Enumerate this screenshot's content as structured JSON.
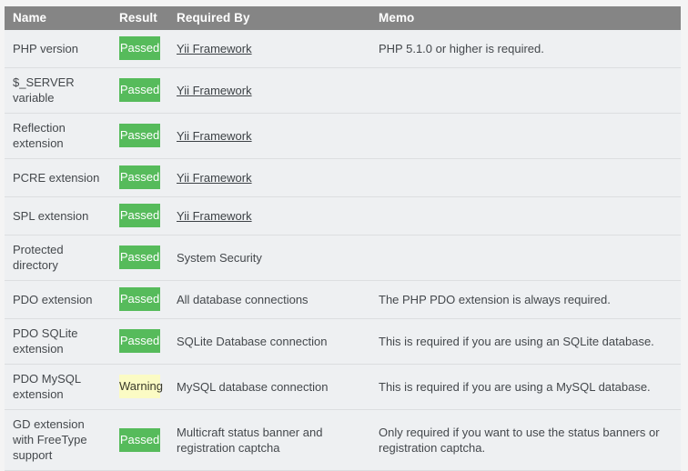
{
  "table": {
    "columns": [
      {
        "key": "name",
        "label": "Name"
      },
      {
        "key": "result",
        "label": "Result"
      },
      {
        "key": "required",
        "label": "Required By"
      },
      {
        "key": "memo",
        "label": "Memo"
      }
    ],
    "status_labels": {
      "passed": "Passed",
      "warning": "Warning"
    },
    "colors": {
      "header_bg": "#858585",
      "header_text": "#ffffff",
      "row_bg": "#eef0f2",
      "row_border": "#dcdee0",
      "passed_bg": "#56bb5b",
      "passed_text": "#ffffff",
      "warning_bg": "#fbfbc4",
      "warning_text": "#3a3a2a",
      "page_bg": "#f4f4f4",
      "link_text": "#3d4246"
    },
    "rows": [
      {
        "name": "PHP version",
        "result": "Passed",
        "status": "passed",
        "required": "Yii Framework",
        "required_is_link": true,
        "memo": "PHP 5.1.0 or higher is required."
      },
      {
        "name": "$_SERVER variable",
        "result": "Passed",
        "status": "passed",
        "required": "Yii Framework",
        "required_is_link": true,
        "memo": ""
      },
      {
        "name": "Reflection extension",
        "result": "Passed",
        "status": "passed",
        "required": "Yii Framework",
        "required_is_link": true,
        "memo": ""
      },
      {
        "name": "PCRE extension",
        "result": "Passed",
        "status": "passed",
        "required": "Yii Framework",
        "required_is_link": true,
        "memo": ""
      },
      {
        "name": "SPL extension",
        "result": "Passed",
        "status": "passed",
        "required": "Yii Framework",
        "required_is_link": true,
        "memo": ""
      },
      {
        "name": "Protected directory",
        "result": "Passed",
        "status": "passed",
        "required": "System Security",
        "required_is_link": false,
        "memo": ""
      },
      {
        "name": "PDO extension",
        "result": "Passed",
        "status": "passed",
        "required": "All database connections",
        "required_is_link": false,
        "memo": "The PHP PDO extension is always required."
      },
      {
        "name": "PDO SQLite extension",
        "result": "Passed",
        "status": "passed",
        "required": "SQLite Database connection",
        "required_is_link": false,
        "memo": "This is required if you are using an SQLite database."
      },
      {
        "name": "PDO MySQL extension",
        "result": "Warning",
        "status": "warning",
        "required": "MySQL database connection",
        "required_is_link": false,
        "memo": "This is required if you are using a MySQL database."
      },
      {
        "name": "GD extension with FreeType support",
        "result": "Passed",
        "status": "passed",
        "required": "Multicraft status banner and registration captcha",
        "required_is_link": false,
        "memo": "Only required if you want to use the status banners or registration captcha."
      }
    ]
  }
}
